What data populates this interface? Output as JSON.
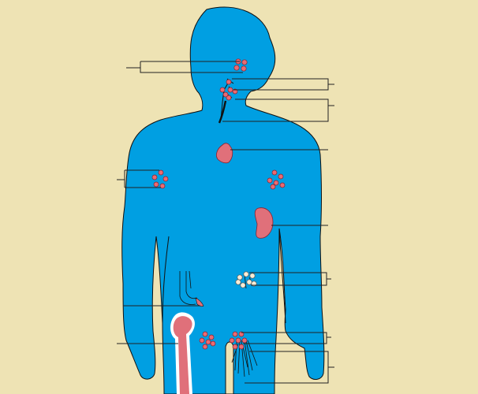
{
  "diagram": {
    "colors": {
      "background": "#eee3b4",
      "body": "#009fe2",
      "organ": "#e0707a",
      "node_fill": "#e96b72",
      "node_pale": "#f7ecd6",
      "outline": "#1a1a1a",
      "bone_highlight": "#ffffff"
    },
    "structures": [
      "lymph-node-cluster",
      "thymus",
      "spleen",
      "appendix",
      "bone-marrow",
      "lymphatic-vessel",
      "tonsil-adenoid"
    ],
    "label_count": 11
  }
}
